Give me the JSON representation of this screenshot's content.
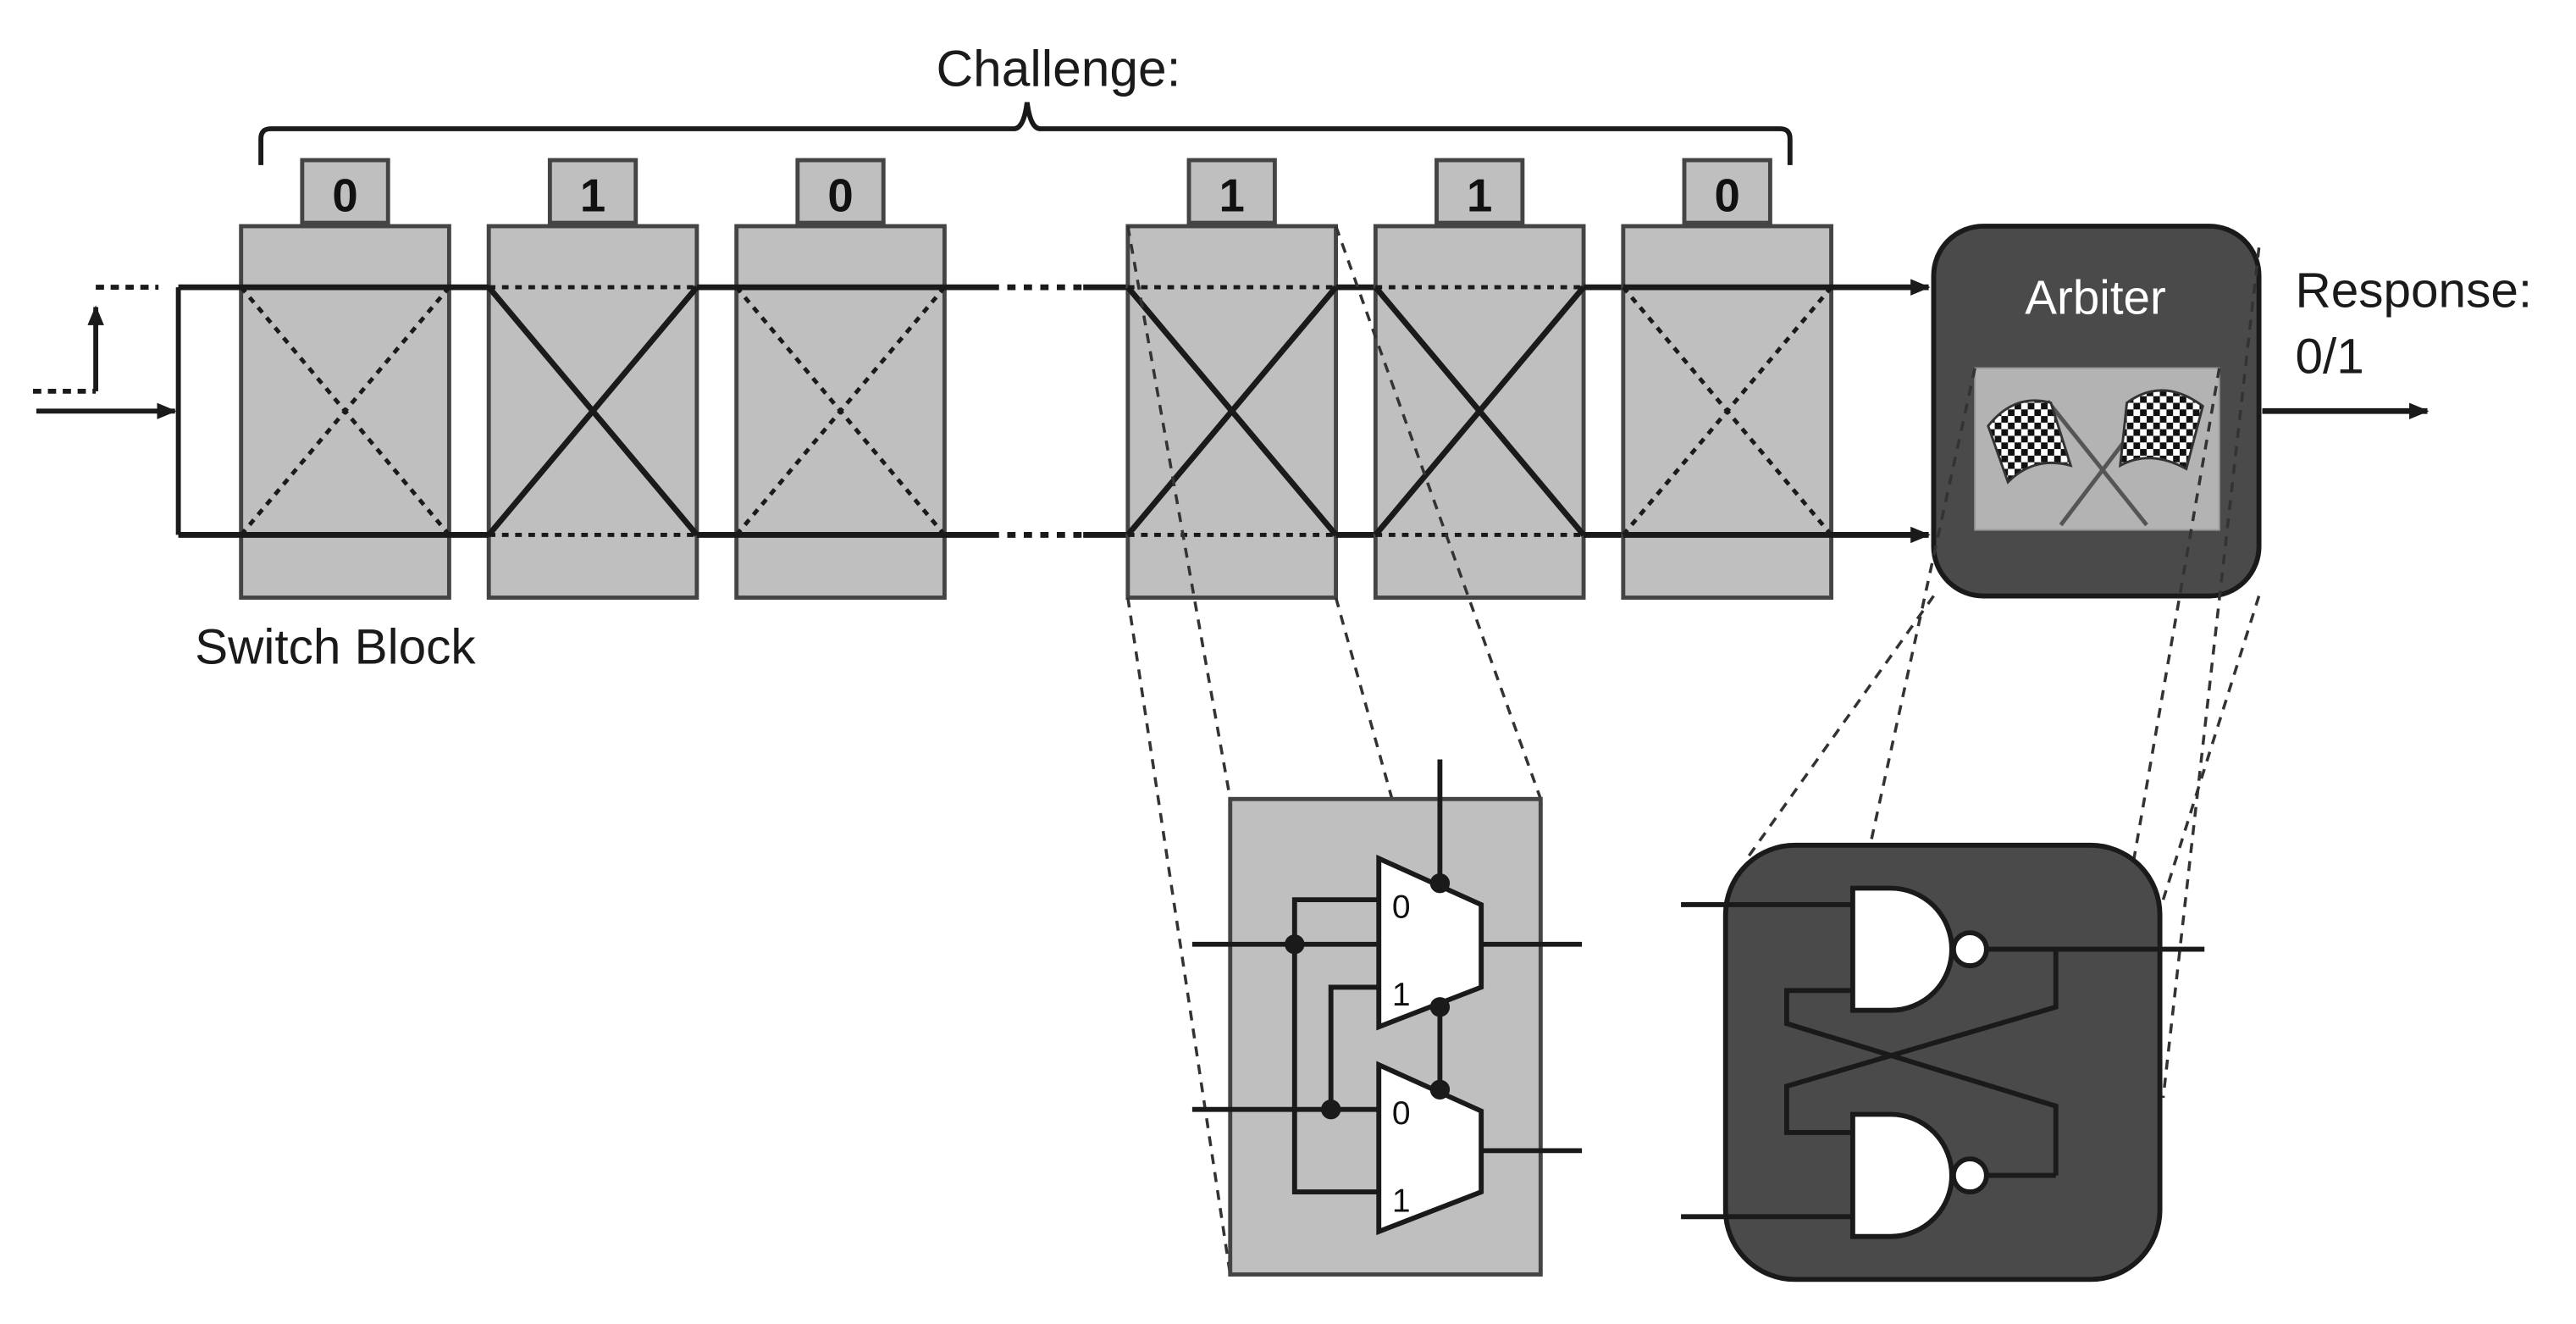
{
  "challenge": {
    "label": "Challenge:",
    "bits": [
      "0",
      "1",
      "0",
      "1",
      "1",
      "0"
    ]
  },
  "switch_block": {
    "label": "Switch Block"
  },
  "arbiter": {
    "label": "Arbiter",
    "icon": "checkered-flags-icon"
  },
  "response": {
    "label": "Response:",
    "value": "0/1"
  },
  "mux_detail": {
    "top_mux_inputs": [
      "0",
      "1"
    ],
    "bottom_mux_inputs": [
      "0",
      "1"
    ]
  },
  "colors": {
    "block_fill": "#bfbfbf",
    "arbiter_fill": "#4a4a4a",
    "line": "#1a1a1a",
    "arbiter_text": "#ffffff"
  }
}
